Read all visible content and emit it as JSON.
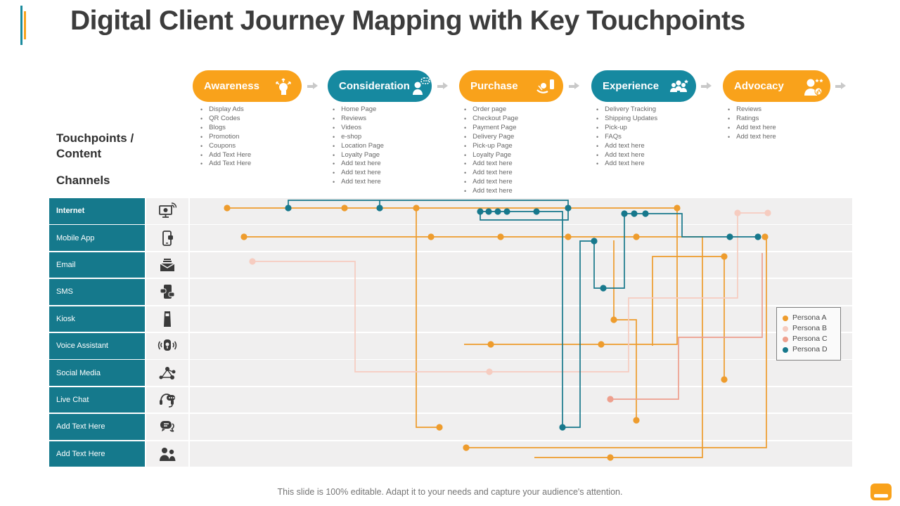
{
  "title": "Digital Client Journey Mapping with Key Touchpoints",
  "accent_colors": {
    "orange": "#F9A21B",
    "teal": "#15798C",
    "arrow_gray": "#C9C9C9",
    "row_band": "#F0EFEF"
  },
  "labels": {
    "touchpoints": "Touchpoints / Content",
    "channels": "Channels"
  },
  "stages": [
    {
      "label": "Awareness",
      "color": "#F9A21B",
      "icon": "head-arrows-icon",
      "items": [
        "Display Ads",
        "QR Codes",
        "Blogs",
        "Promotion",
        "Coupons",
        "Add Text Here",
        "Add Text Here"
      ]
    },
    {
      "label": "Consideration",
      "color": "#1689A0",
      "icon": "person-chat-icon",
      "items": [
        "Home Page",
        "Reviews",
        "Videos",
        "e-shop",
        "Location Page",
        "Loyalty Page",
        "Add text here",
        "Add text here",
        "Add text here"
      ]
    },
    {
      "label": "Purchase",
      "color": "#F9A21B",
      "icon": "hand-coin-icon",
      "items": [
        "Order page",
        "Checkout Page",
        "Payment Page",
        "Delivery Page",
        "Pick-up Page",
        "Loyalty Page",
        "Add text here",
        "Add text here",
        "Add text here",
        "Add text here"
      ]
    },
    {
      "label": "Experience",
      "color": "#1689A0",
      "icon": "group-star-icon",
      "items": [
        "Delivery Tracking",
        "Shipping Updates",
        "Pick-up",
        "FAQs",
        "Add text here",
        "Add text here",
        "Add text here"
      ]
    },
    {
      "label": "Advocacy",
      "color": "#F9A21B",
      "icon": "person-like-icon",
      "items": [
        "Reviews",
        "Ratings",
        "Add text here",
        "Add text here"
      ]
    }
  ],
  "channels": [
    {
      "label": "Internet",
      "icon": "monitor-wifi-icon"
    },
    {
      "label": "Mobile App",
      "icon": "smartphone-icon"
    },
    {
      "label": "Email",
      "icon": "envelope-icon"
    },
    {
      "label": "SMS",
      "icon": "sms-icon"
    },
    {
      "label": "Kiosk",
      "icon": "kiosk-icon"
    },
    {
      "label": "Voice Assistant",
      "icon": "voice-speaker-icon"
    },
    {
      "label": "Social Media",
      "icon": "share-network-icon"
    },
    {
      "label": "Live Chat",
      "icon": "headset-chat-icon"
    },
    {
      "label": "Add Text Here",
      "icon": "chat-bubbles-icon"
    },
    {
      "label": "Add Text Here",
      "icon": "people-icon"
    }
  ],
  "legend": [
    {
      "label": "Persona A",
      "color": "#EE9C2D"
    },
    {
      "label": "Persona B",
      "color": "#F6CCC0"
    },
    {
      "label": "Persona C",
      "color": "#EE9F8D"
    },
    {
      "label": "Persona D",
      "color": "#17788C"
    }
  ],
  "personas": [
    {
      "name": "Persona A",
      "color": "#EE9C2D",
      "paths": [
        [
          [
            323,
            296
          ],
          [
            963,
            296
          ]
        ],
        [
          [
            963,
            296
          ],
          [
            963,
            490
          ],
          [
            660,
            490
          ]
        ],
        [
          [
            347,
            337
          ],
          [
            999,
            337
          ],
          [
            999,
            651
          ],
          [
            760,
            651
          ]
        ],
        [
          [
            663,
            637
          ],
          [
            1090,
            637
          ],
          [
            1090,
            340
          ]
        ],
        [
          [
            873,
            342
          ],
          [
            873,
            455
          ],
          [
            905,
            455
          ],
          [
            905,
            598
          ]
        ],
        [
          [
            928,
            492
          ],
          [
            928,
            365
          ],
          [
            1030,
            365
          ],
          [
            1030,
            540
          ]
        ],
        [
          [
            592,
            296
          ],
          [
            592,
            608
          ],
          [
            625,
            608
          ]
        ]
      ],
      "dots": [
        [
          323,
          296
        ],
        [
          490,
          296
        ],
        [
          592,
          296
        ],
        [
          963,
          296
        ],
        [
          347,
          337
        ],
        [
          613,
          337
        ],
        [
          712,
          337
        ],
        [
          808,
          337
        ],
        [
          905,
          337
        ],
        [
          1088,
          337
        ],
        [
          698,
          490
        ],
        [
          855,
          490
        ],
        [
          873,
          455
        ],
        [
          1030,
          365
        ],
        [
          1030,
          540
        ],
        [
          625,
          608
        ],
        [
          905,
          598
        ],
        [
          868,
          651
        ],
        [
          663,
          637
        ]
      ]
    },
    {
      "name": "Persona B",
      "color": "#F6CCC0",
      "paths": [
        [
          [
            359,
            372
          ],
          [
            505,
            372
          ],
          [
            505,
            529
          ],
          [
            894,
            529
          ],
          [
            894,
            424
          ],
          [
            1049,
            424
          ],
          [
            1049,
            303
          ],
          [
            1092,
            303
          ]
        ]
      ],
      "dots": [
        [
          359,
          372
        ],
        [
          696,
          529
        ],
        [
          1049,
          303
        ],
        [
          1092,
          303
        ]
      ]
    },
    {
      "name": "Persona C",
      "color": "#EE9F8D",
      "paths": [
        [
          [
            1084,
            360
          ],
          [
            1084,
            480
          ],
          [
            965,
            480
          ],
          [
            965,
            568
          ],
          [
            868,
            568
          ]
        ]
      ],
      "dots": [
        [
          868,
          568
        ]
      ]
    },
    {
      "name": "Persona D",
      "color": "#17788C",
      "paths": [
        [
          [
            410,
            296
          ],
          [
            410,
            285
          ],
          [
            808,
            285
          ],
          [
            808,
            296
          ]
        ],
        [
          [
            540,
            285
          ],
          [
            540,
            296
          ]
        ],
        [
          [
            808,
            296
          ],
          [
            808,
            313
          ],
          [
            683,
            313
          ],
          [
            683,
            301
          ]
        ],
        [
          [
            683,
            301
          ],
          [
            800,
            301
          ],
          [
            800,
            608
          ],
          [
            825,
            608
          ],
          [
            825,
            343
          ],
          [
            845,
            343
          ],
          [
            845,
            410
          ],
          [
            888,
            410
          ],
          [
            888,
            304
          ],
          [
            970,
            304
          ],
          [
            970,
            337
          ],
          [
            1078,
            337
          ]
        ]
      ],
      "dots": [
        [
          410,
          296
        ],
        [
          540,
          296
        ],
        [
          808,
          296
        ],
        [
          683,
          301
        ],
        [
          695,
          301
        ],
        [
          708,
          301
        ],
        [
          721,
          301
        ],
        [
          763,
          301
        ],
        [
          845,
          343
        ],
        [
          858,
          410
        ],
        [
          800,
          608
        ],
        [
          888,
          304
        ],
        [
          902,
          304
        ],
        [
          918,
          304
        ],
        [
          1038,
          337
        ],
        [
          1078,
          337
        ]
      ]
    }
  ],
  "caption": "This slide is 100% editable. Adapt it to your needs and capture your audience's attention."
}
